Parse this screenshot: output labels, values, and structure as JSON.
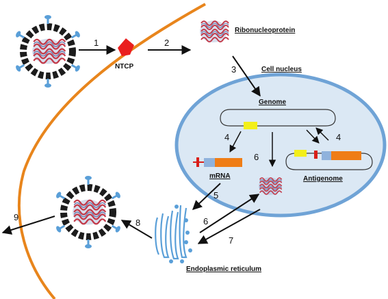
{
  "labels": {
    "ntcp": "NTCP",
    "ribonucleoprotein": "Ribonucleoprotein",
    "cell_nucleus": "Cell nucleus",
    "genome": "Genome",
    "mrna": "mRNA",
    "antigenome": "Antigenome",
    "endoplasmic_reticulum": "Endoplasmic reticulum"
  },
  "steps": {
    "s1": "1",
    "s2": "2",
    "s3": "3",
    "s4_left": "4",
    "s4_right": "4",
    "s5": "5",
    "s6_nucleus": "6",
    "s6_er": "6",
    "s7": "7",
    "s8": "8",
    "s9": "9"
  },
  "colors": {
    "membrane": "#e8851c",
    "nucleus_fill": "#dbe8f4",
    "nucleus_border": "#6fa3d6",
    "virion_spike": "#5a9fd8",
    "rnp_coil": "#c23a4a",
    "rnp_shadow": "#6f7fb0",
    "ntcp": "#ea1f1f",
    "gene_yellow": "#f3ef1a",
    "gene_blue": "#8fb2dc",
    "gene_orange": "#ef7d16",
    "gene_red": "#d91e18"
  },
  "icons": [
    "virion-icon",
    "rnp-icon",
    "ntcp-receptor-icon",
    "er-icon"
  ]
}
